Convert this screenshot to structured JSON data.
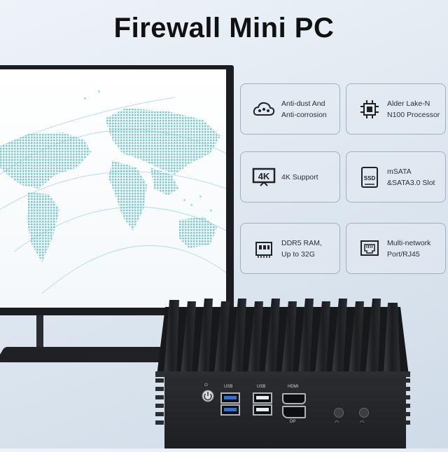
{
  "title": "Firewall Mini PC",
  "features": [
    {
      "line1": "Anti-dust And",
      "line2": "Anti-corrosion",
      "icon": "cloud-network-icon"
    },
    {
      "line1": "Alder Lake-N",
      "line2": "N100 Processor",
      "icon": "cpu-chip-icon"
    },
    {
      "line1": "4K Support",
      "line2": "",
      "icon": "4k-display-icon"
    },
    {
      "line1": "mSATA",
      "line2": "&SATA3.0 Slot",
      "icon": "ssd-icon"
    },
    {
      "line1": "DDR5 RAM,",
      "line2": "Up to 32G",
      "icon": "ram-module-icon"
    },
    {
      "line1": "Multi-network",
      "line2": "Port/RJ45",
      "icon": "ethernet-port-icon"
    }
  ],
  "ports": {
    "usb1": "USB",
    "usb2": "USB",
    "hdmi": "HDMI",
    "dp": "DP"
  },
  "icon_4k_text": "4K",
  "icon_ssd_text": "SSD",
  "colors": {
    "background": "#dfe8f1",
    "card_border": "#9fb0c2",
    "device": "#1f2124",
    "usb3_blue": "#2f6fd6",
    "map": "#8fd3dc"
  }
}
